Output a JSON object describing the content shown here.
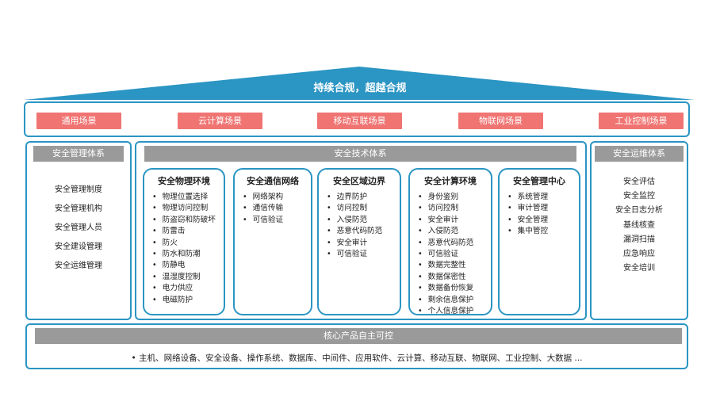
{
  "roof": {
    "title": "持续合规，超越合规"
  },
  "scenarios": [
    "通用场景",
    "云计算场景",
    "移动互联场景",
    "物联网场景",
    "工业控制场景"
  ],
  "management": {
    "title": "安全管理体系",
    "items": [
      "安全管理制度",
      "安全管理机构",
      "安全管理人员",
      "安全建设管理",
      "安全运维管理"
    ]
  },
  "technology": {
    "title": "安全技术体系",
    "groups": [
      {
        "title": "安全物理环境",
        "items": [
          "物理位置选择",
          "物理访问控制",
          "防盗窃和防破坏",
          "防雷击",
          "防火",
          "防水和防潮",
          "防静电",
          "温湿度控制",
          "电力供应",
          "电磁防护"
        ]
      },
      {
        "title": "安全通信网络",
        "items": [
          "网络架构",
          "通信传输",
          "可信验证"
        ]
      },
      {
        "title": "安全区域边界",
        "items": [
          "边界防护",
          "访问控制",
          "入侵防范",
          "恶意代码防范",
          "安全审计",
          "可信验证"
        ]
      },
      {
        "title": "安全计算环境",
        "items": [
          "身份鉴别",
          "访问控制",
          "安全审计",
          "入侵防范",
          "恶意代码防范",
          "可信验证",
          "数据完整性",
          "数据保密性",
          "数据备份恢复",
          "剩余信息保护",
          "个人信息保护"
        ]
      },
      {
        "title": "安全管理中心",
        "items": [
          "系统管理",
          "审计管理",
          "安全管理",
          "集中管控"
        ]
      }
    ]
  },
  "operations": {
    "title": "安全运维体系",
    "items": [
      "安全评估",
      "安全监控",
      "安全日志分析",
      "基线核查",
      "漏洞扫描",
      "应急响应",
      "安全培训"
    ]
  },
  "core": {
    "title": "核心产品自主可控",
    "text": "•  主机、网络设备、安全设备、操作系统、数据库、中间件、应用软件、云计算、移动互联、物联网、工业控制、大数据 ..."
  },
  "colors": {
    "roof": "#2b95c3",
    "border": "#2b95c3",
    "scenario": "#ef7472",
    "bar": "#9a9a9a"
  }
}
